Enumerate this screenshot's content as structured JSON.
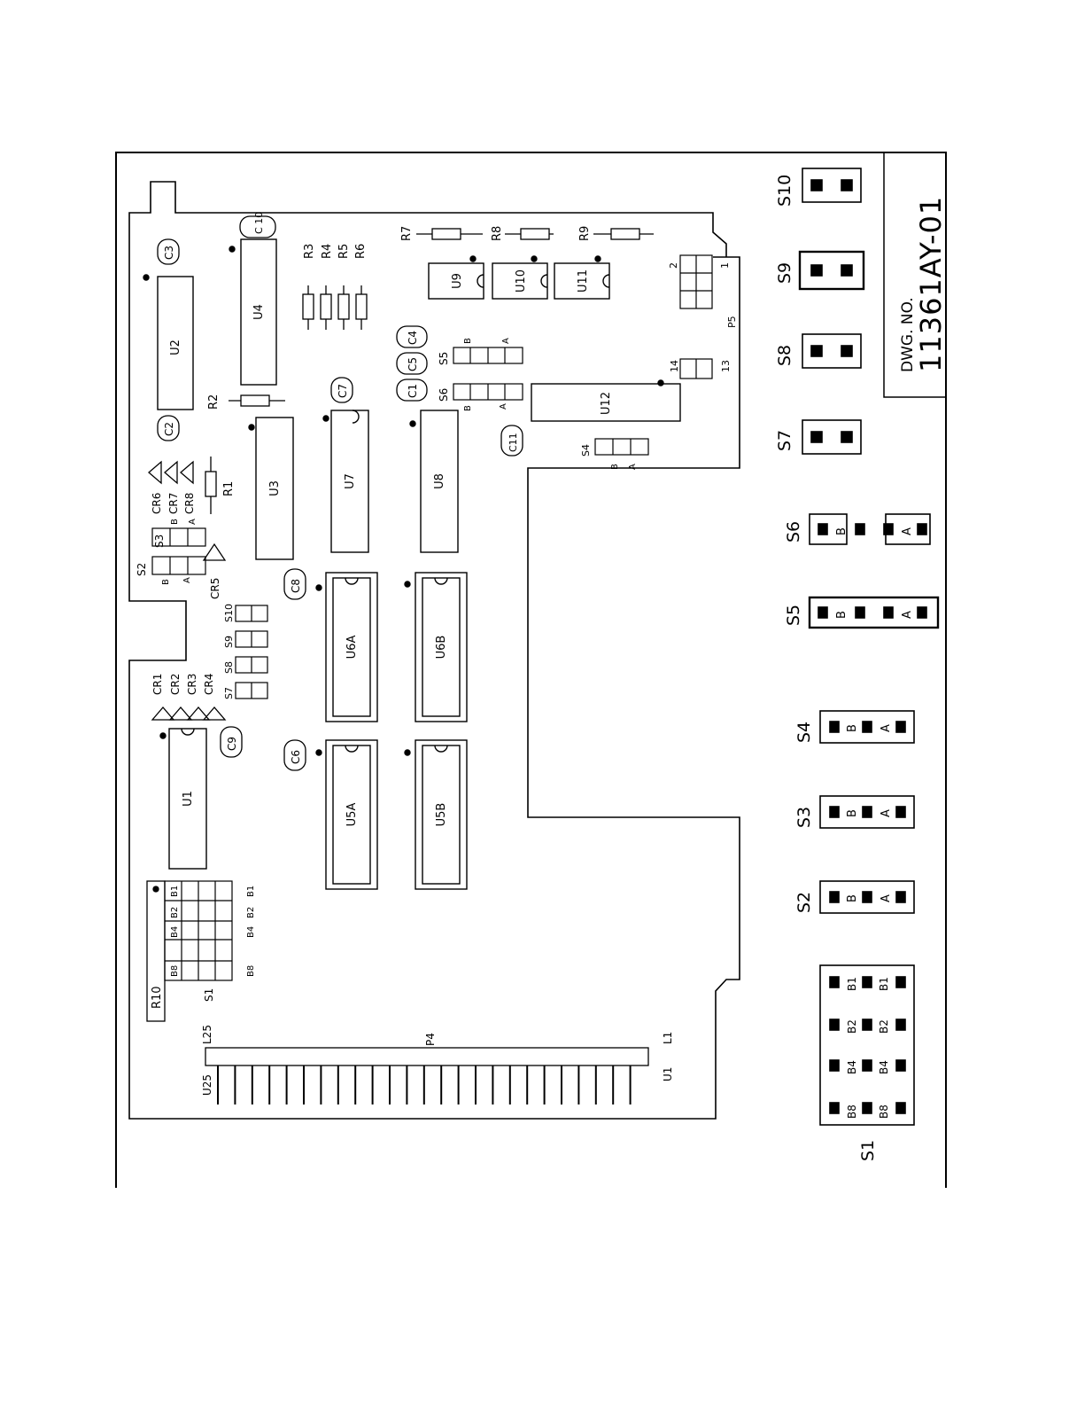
{
  "drawing": {
    "title_label": "DWG. NO.",
    "number": "11361AY-01"
  },
  "board": {
    "ics": {
      "u1": "U1",
      "u2": "U2",
      "u3": "U3",
      "u4": "U4",
      "u5a": "U5A",
      "u5b": "U5B",
      "u6a": "U6A",
      "u6b": "U6B",
      "u7": "U7",
      "u8": "U8",
      "u9": "U9",
      "u10": "U10",
      "u11": "U11",
      "u12": "U12"
    },
    "resistors": {
      "r1": "R1",
      "r2": "R2",
      "r3": "R3",
      "r4": "R4",
      "r5": "R5",
      "r6": "R6",
      "r7": "R7",
      "r8": "R8",
      "r9": "R9",
      "r10": "R10"
    },
    "capacitors": {
      "c1": "C1",
      "c2": "C2",
      "c3": "C3",
      "c4": "C4",
      "c5": "C5",
      "c6": "C6",
      "c7": "C7",
      "c8": "C8",
      "c9": "C9",
      "c10": "C 10",
      "c11": "C11"
    },
    "diodes": {
      "cr1": "CR1",
      "cr2": "CR2",
      "cr3": "CR3",
      "cr4": "CR4",
      "cr5": "CR5",
      "cr6": "CR6",
      "cr7": "CR7",
      "cr8": "CR8"
    },
    "switch_labels": {
      "s1": "S1",
      "s2": "S2",
      "s3": "S3",
      "s4": "S4",
      "s5": "S5",
      "s6": "S6",
      "s7": "S7",
      "s8": "S8",
      "s9": "S9",
      "s10": "S10"
    },
    "bit_labels": {
      "b1": "B1",
      "b2": "B2",
      "b4": "B4",
      "b8": "B8"
    },
    "ab_labels": {
      "a": "A",
      "b": "B"
    },
    "connector": {
      "p4": "P4",
      "p5": "P5",
      "l25": "L25",
      "u25": "U25",
      "l1": "L1",
      "u1": "U1",
      "p5_pin2": "2",
      "p5_pin1": "1",
      "pin14": "14",
      "pin13": "13"
    }
  },
  "jumpers": {
    "s1": "S1",
    "s2": "S2",
    "s3": "S3",
    "s4": "S4",
    "s5": "S5",
    "s6": "S6",
    "s7": "S7",
    "s8": "S8",
    "s9": "S9",
    "s10": "S10",
    "a": "A",
    "b": "B",
    "b1": "B1",
    "b2": "B2",
    "b4": "B4",
    "b8": "B8"
  }
}
